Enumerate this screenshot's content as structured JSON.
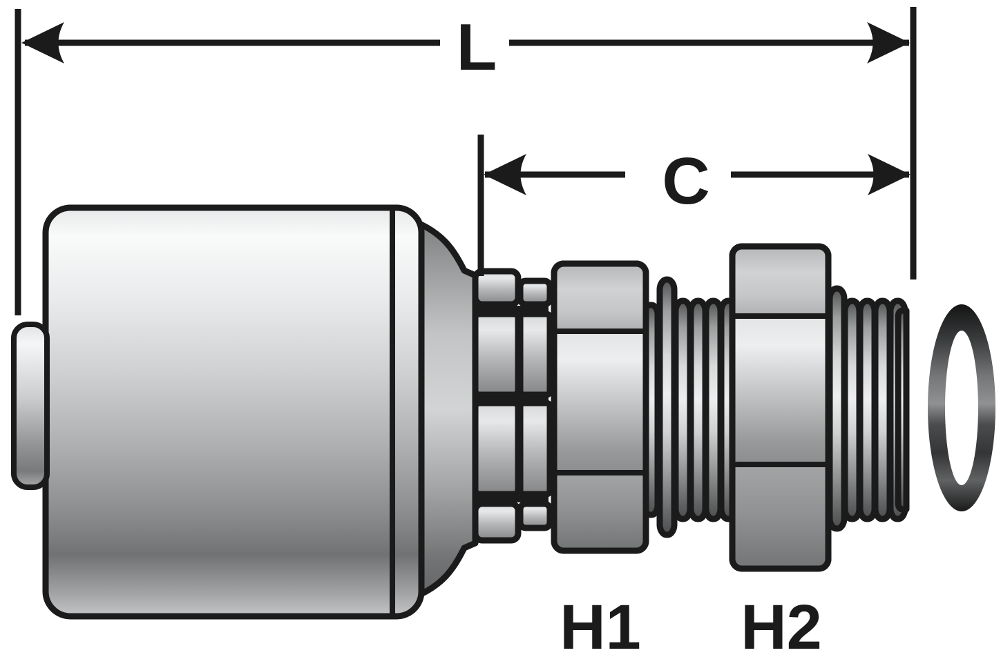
{
  "diagram": {
    "background_color": "#ffffff",
    "outline_color": "#1b1b1b",
    "dimension_labels": {
      "length": "L",
      "cutoff": "C",
      "hex1": "H1",
      "hex2": "H2"
    }
  }
}
